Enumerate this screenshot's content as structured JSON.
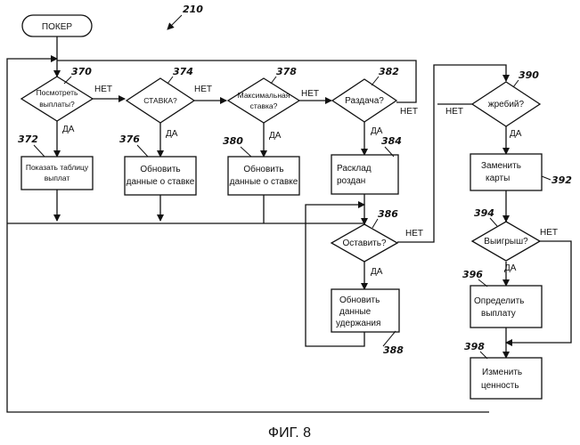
{
  "figure": {
    "number": "210",
    "caption": "ФИГ. 8",
    "start": "ПОКЕР",
    "yes": "ДА",
    "no": "НЕТ",
    "d370": {
      "ref": "370",
      "l1": "Посмотреть",
      "l2": "выплаты?"
    },
    "d374": {
      "ref": "374",
      "l1": "СТАВКА?"
    },
    "d378": {
      "ref": "378",
      "l1": "Максимальная",
      "l2": "ставка?"
    },
    "d382": {
      "ref": "382",
      "l1": "Раздача?"
    },
    "d386": {
      "ref": "386",
      "l1": "Оставить?"
    },
    "d390": {
      "ref": "390",
      "l1": "жребий?"
    },
    "d394": {
      "ref": "394",
      "l1": "Выигрыш?"
    },
    "b372": {
      "ref": "372",
      "l1": "Показать таблицу",
      "l2": "выплат"
    },
    "b376": {
      "ref": "376",
      "l1": "Обновить",
      "l2": "данные о ставке"
    },
    "b380": {
      "ref": "380",
      "l1": "Обновить",
      "l2": "данные о ставке"
    },
    "b384": {
      "ref": "384",
      "l1": "Расклад",
      "l2": "роздан"
    },
    "b388": {
      "ref": "388",
      "l1": "Обновить",
      "l2": "данные",
      "l3": "удержания"
    },
    "b392": {
      "ref": "392",
      "l1": "Заменить",
      "l2": "карты"
    },
    "b396": {
      "ref": "396",
      "l1": "Определить",
      "l2": "выплату"
    },
    "b398": {
      "ref": "398",
      "l1": "Изменить",
      "l2": "ценность"
    }
  }
}
